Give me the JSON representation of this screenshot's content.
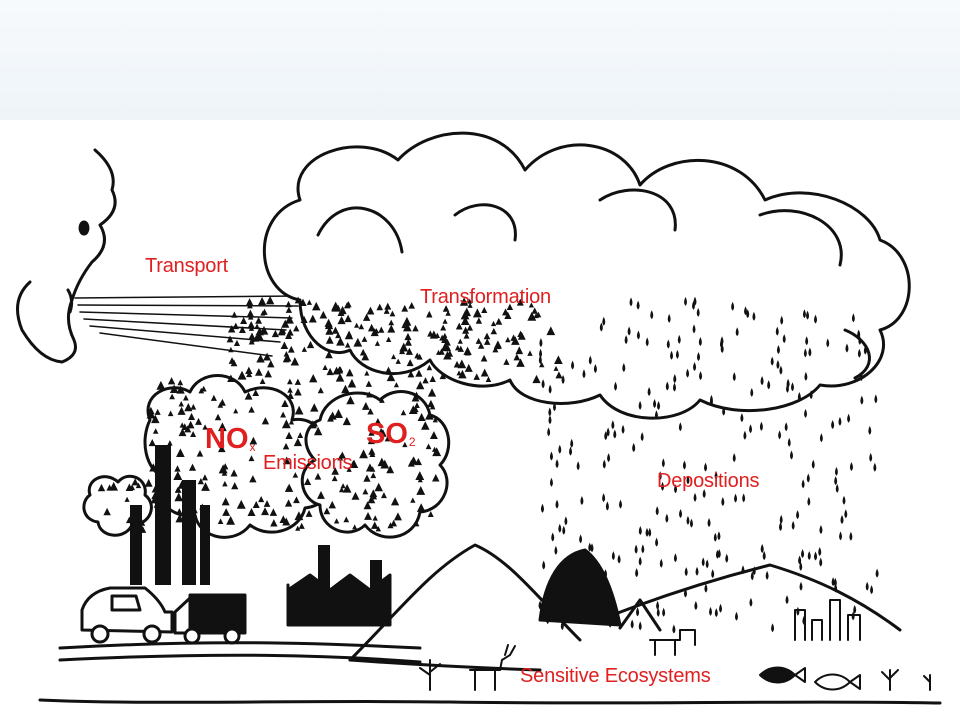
{
  "labels": {
    "transport": "Transport",
    "transformation": "Transformation",
    "emissions": "Emissions",
    "depositions": "Depositions",
    "sensitive_ecosystems": "Sensitive Ecosystems"
  },
  "pollutants": {
    "nox": {
      "base": "NO",
      "sub": "x"
    },
    "so2": {
      "base": "SO",
      "sub": "2"
    }
  },
  "colors": {
    "label": "#e02020",
    "ink": "#111111",
    "top_band": "#eef4f8"
  },
  "icons": [
    "wind-face-icon",
    "smokestack-icon",
    "car-icon",
    "truck-icon",
    "factory-icon",
    "cloud-icon",
    "raindrop-icon",
    "mountain-icon",
    "forest-icon",
    "deer-icon",
    "cow-icon",
    "fish-icon",
    "plant-icon",
    "city-icon"
  ]
}
